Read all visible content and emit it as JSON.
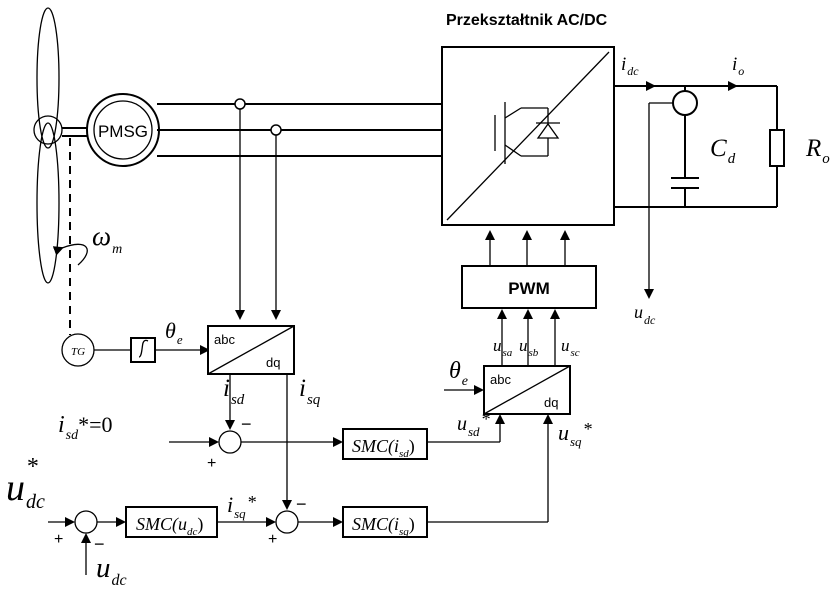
{
  "title": "Przekształtnik AC/DC",
  "labels": {
    "pmsg": "PMSG",
    "tg": "TG",
    "pwm": "PWM",
    "abc_left": "abc",
    "dq_left": "dq",
    "abc_right": "abc",
    "dq_right": "dq",
    "omega": "ω",
    "omega_sub": "m",
    "theta_left": "θ",
    "theta_left_sub": "e",
    "theta_right": "θ",
    "theta_right_sub": "e",
    "isd": "i",
    "isd_sub": "sd",
    "isq": "i",
    "isq_sub": "sq",
    "isd_ref": "i",
    "isd_ref_sub": "sd",
    "isd_ref_tail": "*=0",
    "isq_ref": "i",
    "isq_ref_sub": "sq",
    "isq_ref_star": "*",
    "usd_ref": "u",
    "usd_ref_sub": "sd",
    "usd_ref_star": "*",
    "usq_ref": "u",
    "usq_ref_sub": "sq",
    "usq_ref_star": "*",
    "usa": "u",
    "usa_sub": "sa",
    "usb": "u",
    "usb_sub": "sb",
    "usc": "u",
    "usc_sub": "sc",
    "udc_meas": "u",
    "udc_meas_sub": "dc",
    "udc_ref": "u",
    "udc_ref_sub": "dc",
    "udc_ref_star": "*",
    "udc_fb": "u",
    "udc_fb_sub": "dc",
    "idc": "i",
    "idc_sub": "dc",
    "io": "i",
    "io_sub": "o",
    "cd": "C",
    "cd_sub": "d",
    "r": "R",
    "r_sub": "o",
    "smc_udc": "SMC(u",
    "smc_udc_sub": "dc",
    "smc_isd": "SMC(i",
    "smc_isd_sub": "sd",
    "smc_isq": "SMC(i",
    "smc_isq_sub": "sq",
    "minus_1": "−",
    "minus_2": "−",
    "minus_3": "−",
    "plus_1": "+",
    "plus_2": "+",
    "plus_3": "+"
  }
}
